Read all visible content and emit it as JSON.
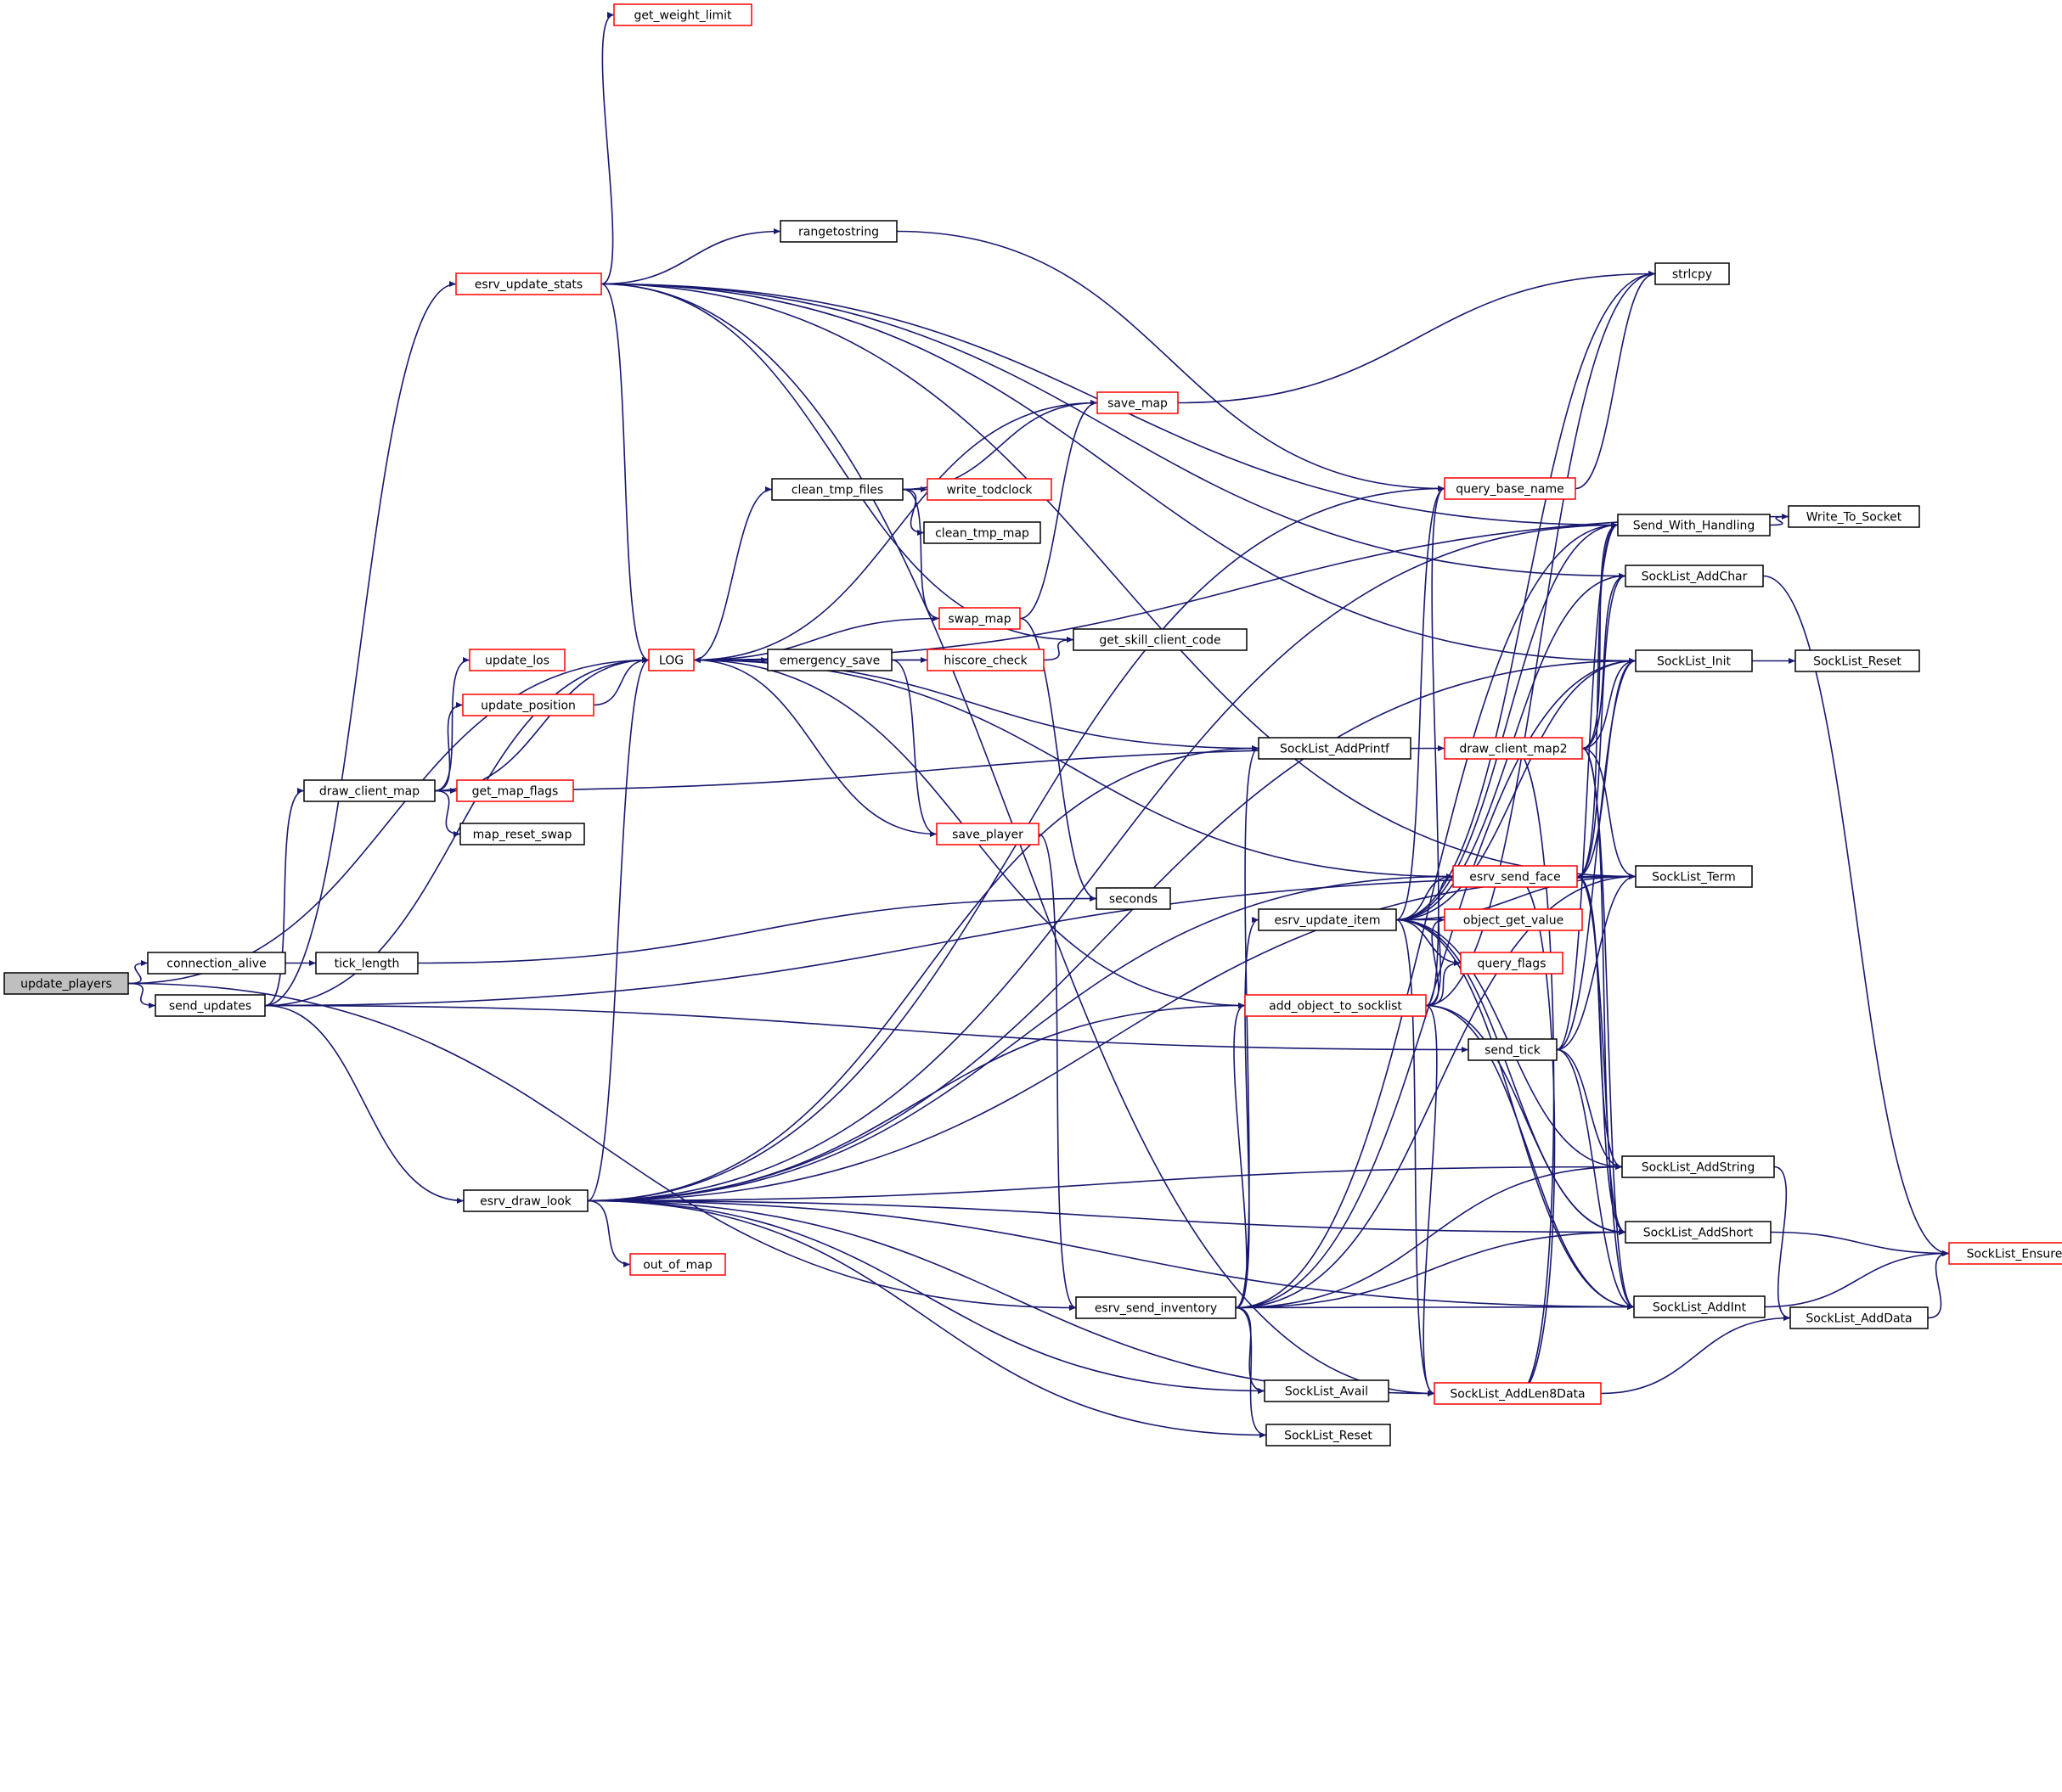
{
  "colors": {
    "edge": "#191970",
    "root_fill": "#bfbfbf",
    "fill": "#ffffff",
    "border_default": "#000000",
    "border_truncated": "#ff0000"
  },
  "nodes": [
    {
      "id": "update_players",
      "label": "update_players",
      "style": "root"
    },
    {
      "id": "connection_alive",
      "label": "connection_alive",
      "style": "normal"
    },
    {
      "id": "send_updates",
      "label": "send_updates",
      "style": "normal"
    },
    {
      "id": "tick_length",
      "label": "tick_length",
      "style": "normal"
    },
    {
      "id": "draw_client_map",
      "label": "draw_client_map",
      "style": "normal"
    },
    {
      "id": "esrv_update_stats",
      "label": "esrv_update_stats",
      "style": "red"
    },
    {
      "id": "esrv_draw_look",
      "label": "esrv_draw_look",
      "style": "normal"
    },
    {
      "id": "get_weight_limit",
      "label": "get_weight_limit",
      "style": "red"
    },
    {
      "id": "update_los",
      "label": "update_los",
      "style": "red"
    },
    {
      "id": "update_position",
      "label": "update_position",
      "style": "red"
    },
    {
      "id": "get_map_flags",
      "label": "get_map_flags",
      "style": "red"
    },
    {
      "id": "map_reset_swap",
      "label": "map_reset_swap",
      "style": "normal"
    },
    {
      "id": "LOG",
      "label": "LOG",
      "style": "red"
    },
    {
      "id": "out_of_map",
      "label": "out_of_map",
      "style": "red"
    },
    {
      "id": "rangetostring",
      "label": "rangetostring",
      "style": "normal"
    },
    {
      "id": "clean_tmp_files",
      "label": "clean_tmp_files",
      "style": "normal"
    },
    {
      "id": "emergency_save",
      "label": "emergency_save",
      "style": "normal"
    },
    {
      "id": "save_player",
      "label": "save_player",
      "style": "red"
    },
    {
      "id": "esrv_send_inventory",
      "label": "esrv_send_inventory",
      "style": "normal"
    },
    {
      "id": "write_todclock",
      "label": "write_todclock",
      "style": "red"
    },
    {
      "id": "clean_tmp_map",
      "label": "clean_tmp_map",
      "style": "normal"
    },
    {
      "id": "save_map",
      "label": "save_map",
      "style": "red"
    },
    {
      "id": "swap_map",
      "label": "swap_map",
      "style": "red"
    },
    {
      "id": "hiscore_check",
      "label": "hiscore_check",
      "style": "red"
    },
    {
      "id": "get_skill_client_code",
      "label": "get_skill_client_code",
      "style": "normal"
    },
    {
      "id": "seconds",
      "label": "seconds",
      "style": "normal"
    },
    {
      "id": "SockList_AddPrintf",
      "label": "SockList_AddPrintf",
      "style": "normal"
    },
    {
      "id": "esrv_update_item",
      "label": "esrv_update_item",
      "style": "normal"
    },
    {
      "id": "add_object_to_socklist",
      "label": "add_object_to_socklist",
      "style": "red"
    },
    {
      "id": "SockList_Avail",
      "label": "SockList_Avail",
      "style": "normal"
    },
    {
      "id": "SockList_Reset_mid",
      "label": "SockList_Reset",
      "style": "normal"
    },
    {
      "id": "query_base_name",
      "label": "query_base_name",
      "style": "red"
    },
    {
      "id": "draw_client_map2",
      "label": "draw_client_map2",
      "style": "red"
    },
    {
      "id": "esrv_send_face",
      "label": "esrv_send_face",
      "style": "red"
    },
    {
      "id": "object_get_value",
      "label": "object_get_value",
      "style": "red"
    },
    {
      "id": "query_flags",
      "label": "query_flags",
      "style": "red"
    },
    {
      "id": "send_tick",
      "label": "send_tick",
      "style": "normal"
    },
    {
      "id": "SockList_AddLen8Data",
      "label": "SockList_AddLen8Data",
      "style": "red"
    },
    {
      "id": "strlcpy",
      "label": "strlcpy",
      "style": "normal"
    },
    {
      "id": "Send_With_Handling",
      "label": "Send_With_Handling",
      "style": "normal"
    },
    {
      "id": "SockList_AddChar",
      "label": "SockList_AddChar",
      "style": "normal"
    },
    {
      "id": "SockList_Init",
      "label": "SockList_Init",
      "style": "normal"
    },
    {
      "id": "SockList_Term",
      "label": "SockList_Term",
      "style": "normal"
    },
    {
      "id": "SockList_AddString",
      "label": "SockList_AddString",
      "style": "normal"
    },
    {
      "id": "SockList_AddShort",
      "label": "SockList_AddShort",
      "style": "normal"
    },
    {
      "id": "SockList_AddInt",
      "label": "SockList_AddInt",
      "style": "normal"
    },
    {
      "id": "Write_To_Socket",
      "label": "Write_To_Socket",
      "style": "normal"
    },
    {
      "id": "SockList_Reset_right",
      "label": "SockList_Reset",
      "style": "normal"
    },
    {
      "id": "SockList_AddData",
      "label": "SockList_AddData",
      "style": "normal"
    },
    {
      "id": "SockList_Ensure",
      "label": "SockList_Ensure",
      "style": "red"
    }
  ],
  "edges": [
    [
      "update_players",
      "connection_alive"
    ],
    [
      "update_players",
      "send_updates"
    ],
    [
      "update_players",
      "LOG"
    ],
    [
      "update_players",
      "esrv_send_inventory"
    ],
    [
      "connection_alive",
      "tick_length"
    ],
    [
      "send_updates",
      "esrv_update_stats"
    ],
    [
      "send_updates",
      "draw_client_map"
    ],
    [
      "send_updates",
      "LOG"
    ],
    [
      "send_updates",
      "esrv_draw_look"
    ],
    [
      "send_updates",
      "SockList_Term"
    ],
    [
      "send_updates",
      "send_tick"
    ],
    [
      "tick_length",
      "seconds"
    ],
    [
      "draw_client_map",
      "update_los"
    ],
    [
      "draw_client_map",
      "update_position"
    ],
    [
      "draw_client_map",
      "get_map_flags"
    ],
    [
      "draw_client_map",
      "map_reset_swap"
    ],
    [
      "draw_client_map",
      "LOG"
    ],
    [
      "draw_client_map",
      "draw_client_map2"
    ],
    [
      "update_position",
      "LOG"
    ],
    [
      "esrv_update_stats",
      "get_weight_limit"
    ],
    [
      "esrv_update_stats",
      "LOG"
    ],
    [
      "esrv_update_stats",
      "rangetostring"
    ],
    [
      "esrv_update_stats",
      "get_skill_client_code"
    ],
    [
      "esrv_update_stats",
      "Send_With_Handling"
    ],
    [
      "esrv_update_stats",
      "SockList_Init"
    ],
    [
      "esrv_update_stats",
      "SockList_AddChar"
    ],
    [
      "esrv_update_stats",
      "SockList_Term"
    ],
    [
      "esrv_update_stats",
      "SockList_AddLen8Data"
    ],
    [
      "esrv_draw_look",
      "LOG"
    ],
    [
      "esrv_draw_look",
      "out_of_map"
    ],
    [
      "esrv_draw_look",
      "SockList_AddPrintf"
    ],
    [
      "esrv_draw_look",
      "add_object_to_socklist"
    ],
    [
      "esrv_draw_look",
      "esrv_send_face"
    ],
    [
      "esrv_draw_look",
      "query_base_name"
    ],
    [
      "esrv_draw_look",
      "SockList_Avail"
    ],
    [
      "esrv_draw_look",
      "SockList_Reset_mid"
    ],
    [
      "esrv_draw_look",
      "SockList_AddLen8Data"
    ],
    [
      "esrv_draw_look",
      "SockList_AddString"
    ],
    [
      "esrv_draw_look",
      "SockList_AddShort"
    ],
    [
      "esrv_draw_look",
      "SockList_AddInt"
    ],
    [
      "esrv_draw_look",
      "SockList_Init"
    ],
    [
      "esrv_draw_look",
      "Send_With_Handling"
    ],
    [
      "esrv_draw_look",
      "SockList_Term"
    ],
    [
      "LOG",
      "clean_tmp_files"
    ],
    [
      "LOG",
      "emergency_save"
    ],
    [
      "rangetostring",
      "query_base_name"
    ],
    [
      "clean_tmp_files",
      "save_map"
    ],
    [
      "clean_tmp_files",
      "write_todclock"
    ],
    [
      "clean_tmp_files",
      "clean_tmp_map"
    ],
    [
      "clean_tmp_files",
      "swap_map"
    ],
    [
      "emergency_save",
      "LOG"
    ],
    [
      "emergency_save",
      "hiscore_check"
    ],
    [
      "emergency_save",
      "save_player"
    ],
    [
      "save_map",
      "LOG"
    ],
    [
      "save_map",
      "strlcpy"
    ],
    [
      "swap_map",
      "LOG"
    ],
    [
      "swap_map",
      "save_map"
    ],
    [
      "swap_map",
      "seconds"
    ],
    [
      "hiscore_check",
      "LOG"
    ],
    [
      "hiscore_check",
      "get_skill_client_code"
    ],
    [
      "save_player",
      "LOG"
    ],
    [
      "save_player",
      "esrv_send_inventory"
    ],
    [
      "esrv_send_inventory",
      "SockList_AddPrintf"
    ],
    [
      "esrv_send_inventory",
      "esrv_update_item"
    ],
    [
      "esrv_send_inventory",
      "add_object_to_socklist"
    ],
    [
      "esrv_send_inventory",
      "SockList_Avail"
    ],
    [
      "esrv_send_inventory",
      "SockList_Reset_mid"
    ],
    [
      "esrv_send_inventory",
      "SockList_AddInt"
    ],
    [
      "esrv_send_inventory",
      "SockList_AddShort"
    ],
    [
      "esrv_send_inventory",
      "SockList_AddString"
    ],
    [
      "esrv_send_inventory",
      "Send_With_Handling"
    ],
    [
      "esrv_send_inventory",
      "SockList_Init"
    ],
    [
      "esrv_send_inventory",
      "SockList_Term"
    ],
    [
      "SockList_AddPrintf",
      "LOG"
    ],
    [
      "esrv_update_item",
      "esrv_send_face"
    ],
    [
      "esrv_update_item",
      "object_get_value"
    ],
    [
      "esrv_update_item",
      "query_flags"
    ],
    [
      "esrv_update_item",
      "query_base_name"
    ],
    [
      "esrv_update_item",
      "SockList_AddLen8Data"
    ],
    [
      "esrv_update_item",
      "SockList_AddShort"
    ],
    [
      "esrv_update_item",
      "SockList_AddInt"
    ],
    [
      "esrv_update_item",
      "SockList_AddString"
    ],
    [
      "esrv_update_item",
      "SockList_AddChar"
    ],
    [
      "esrv_update_item",
      "SockList_Init"
    ],
    [
      "esrv_update_item",
      "Send_With_Handling"
    ],
    [
      "esrv_update_item",
      "SockList_Term"
    ],
    [
      "esrv_update_item",
      "strlcpy"
    ],
    [
      "add_object_to_socklist",
      "LOG"
    ],
    [
      "add_object_to_socklist",
      "esrv_send_face"
    ],
    [
      "add_object_to_socklist",
      "object_get_value"
    ],
    [
      "add_object_to_socklist",
      "query_flags"
    ],
    [
      "add_object_to_socklist",
      "query_base_name"
    ],
    [
      "add_object_to_socklist",
      "SockList_AddLen8Data"
    ],
    [
      "add_object_to_socklist",
      "SockList_AddShort"
    ],
    [
      "add_object_to_socklist",
      "SockList_AddInt"
    ],
    [
      "add_object_to_socklist",
      "strlcpy"
    ],
    [
      "query_base_name",
      "strlcpy"
    ],
    [
      "draw_client_map2",
      "Send_With_Handling"
    ],
    [
      "draw_client_map2",
      "SockList_AddChar"
    ],
    [
      "draw_client_map2",
      "SockList_Init"
    ],
    [
      "draw_client_map2",
      "SockList_Term"
    ],
    [
      "draw_client_map2",
      "SockList_AddShort"
    ],
    [
      "draw_client_map2",
      "SockList_AddInt"
    ],
    [
      "draw_client_map2",
      "SockList_AddLen8Data"
    ],
    [
      "esrv_send_face",
      "LOG"
    ],
    [
      "esrv_send_face",
      "Send_With_Handling"
    ],
    [
      "esrv_send_face",
      "SockList_AddChar"
    ],
    [
      "esrv_send_face",
      "SockList_Init"
    ],
    [
      "esrv_send_face",
      "SockList_Term"
    ],
    [
      "esrv_send_face",
      "SockList_AddString"
    ],
    [
      "esrv_send_face",
      "SockList_AddShort"
    ],
    [
      "esrv_send_face",
      "SockList_AddInt"
    ],
    [
      "esrv_send_face",
      "SockList_AddLen8Data"
    ],
    [
      "send_tick",
      "SockList_Init"
    ],
    [
      "send_tick",
      "SockList_Term"
    ],
    [
      "send_tick",
      "SockList_AddString"
    ],
    [
      "send_tick",
      "SockList_AddInt"
    ],
    [
      "send_tick",
      "Send_With_Handling"
    ],
    [
      "SockList_AddLen8Data",
      "SockList_AddData"
    ],
    [
      "Send_With_Handling",
      "Write_To_Socket"
    ],
    [
      "Write_To_Socket",
      "LOG"
    ],
    [
      "SockList_AddChar",
      "SockList_Ensure"
    ],
    [
      "SockList_Init",
      "SockList_Reset_right"
    ],
    [
      "SockList_AddString",
      "SockList_AddData"
    ],
    [
      "SockList_AddShort",
      "SockList_Ensure"
    ],
    [
      "SockList_AddInt",
      "SockList_Ensure"
    ],
    [
      "SockList_AddData",
      "SockList_Ensure"
    ]
  ]
}
